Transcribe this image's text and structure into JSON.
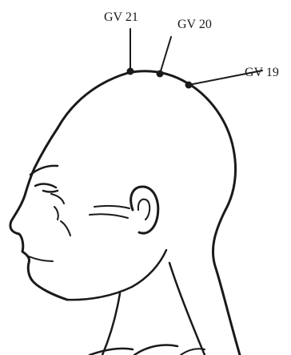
{
  "labels": {
    "gv21": "GV 21",
    "gv20": "GV 20",
    "gv19": "GV 19"
  },
  "colors": {
    "ink": "#1a1a1a",
    "background": "#ffffff"
  }
}
